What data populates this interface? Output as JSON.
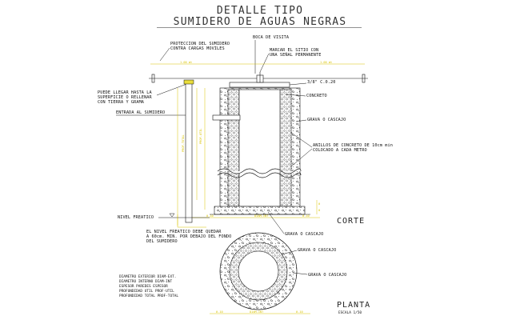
{
  "title": {
    "line1": "DETALLE TIPO",
    "line2": "SUMIDERO DE AGUAS NEGRAS"
  },
  "labels": {
    "proteccion": [
      "PROTECCION DEL SUMIDERO",
      "CONTRA CARGAS MOVILES"
    ],
    "boca": "BOCA DE VISITA",
    "marcar": [
      "MARCAR EL SITIO CON",
      "UNA SEÑAL PERMANENTE"
    ],
    "varilla": "3/8\" C.0.20",
    "puede": [
      "PUEDE LLEGAR HASTA LA",
      "SUPERFICIE O RELLENAR",
      "CON TIERRA Y GRAMA"
    ],
    "entrada": "ENTRADA AL SUMIDERO",
    "concreto": "CONCRETO",
    "grava1": "GRAVA O CASCAJO",
    "anillos": [
      "ANILLOS DE CONCRETO DE 10cm min",
      "COLOCADO A CADA METRO"
    ],
    "nivel": "NIVEL FREATICO",
    "nivel_note": [
      "EL NIVEL FREATICO DEBE QUEDAR",
      "A 60cm. MIN. POR DEBAJO DEL FONDO",
      "DEL SUMIDERO"
    ],
    "grava2": "GRAVA O CASCAJO",
    "grava3": "GRAVA O CASCAJO",
    "grava4": "GRAVA O CASCAJO",
    "corte": "CORTE",
    "planta": "PLANTA",
    "escala": "ESCALA 1/50",
    "specs": [
      "DIAMETRO EXTERIOR  DIAM-EXT.",
      "DIAMETRO INTERNO  DIAM-INT",
      "ESPESOR PAREDES  ESPESOR",
      "PROFUNDIDAD UTIL  PROF-UTIL",
      "PROFUNDIDAD TOTAL  PROF-TOTAL"
    ]
  },
  "colors": {
    "line": "#111111",
    "dimension": "#d8c300",
    "accent": "#c9b800"
  }
}
